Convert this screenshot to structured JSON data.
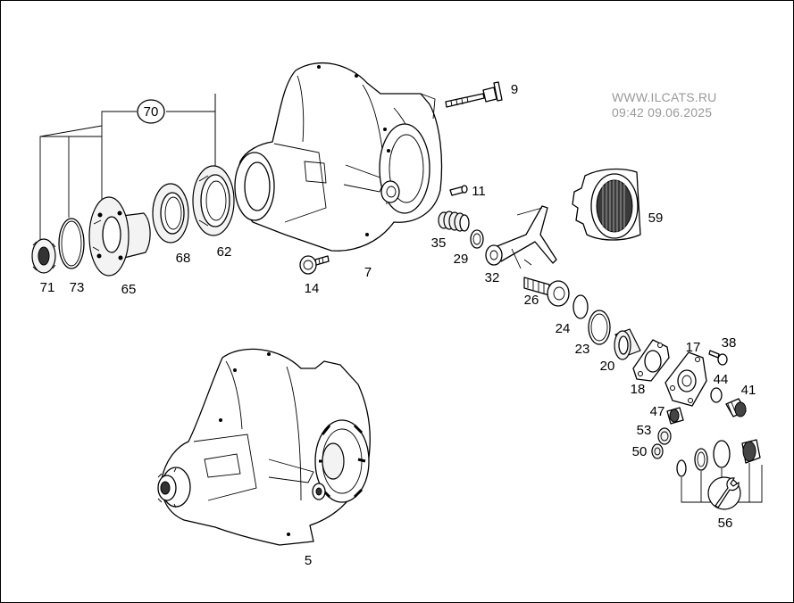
{
  "watermark": {
    "site": "WWW.ILCATS.RU",
    "stamp": "09:42 09.06.2025"
  },
  "parts": {
    "p5": "5",
    "p7": "7",
    "p9": "9",
    "p11": "11",
    "p14": "14",
    "p17": "17",
    "p18": "18",
    "p20": "20",
    "p23": "23",
    "p24": "24",
    "p26": "26",
    "p29": "29",
    "p32": "32",
    "p35": "35",
    "p38": "38",
    "p41": "41",
    "p44": "44",
    "p47": "47",
    "p50": "50",
    "p53": "53",
    "p56": "56",
    "p59": "59",
    "p62": "62",
    "p65": "65",
    "p68": "68",
    "p70": "70",
    "p71": "71",
    "p73": "73"
  },
  "icons": {
    "kit_wrench": "wrench-icon"
  }
}
